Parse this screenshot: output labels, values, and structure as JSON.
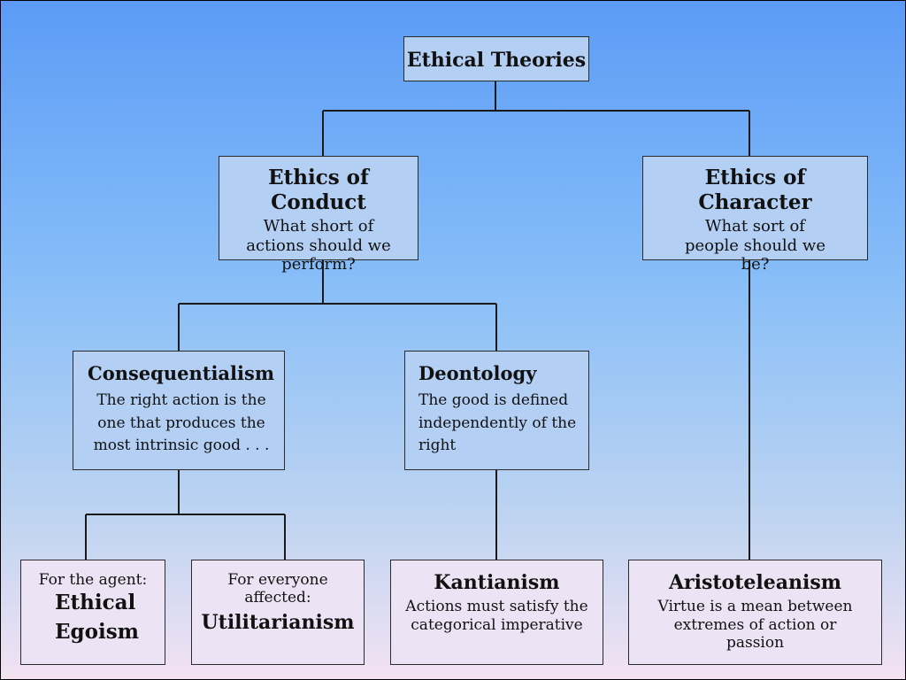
{
  "diagram": {
    "root": {
      "title": "Ethical Theories"
    },
    "conduct": {
      "title": "Ethics of Conduct",
      "desc": "What short of actions should we perform?"
    },
    "character": {
      "title": "Ethics of Character",
      "desc": "What sort of people should we be?"
    },
    "consequentialism": {
      "title": "Consequentialism",
      "desc": "The right action is the one that produces the most intrinsic good . . ."
    },
    "deontology": {
      "title": "Deontology",
      "desc": "The good is defined independently of the right"
    },
    "egoism": {
      "pre": "For the agent:",
      "title": "Ethical Egoism"
    },
    "utilitarianism": {
      "pre": "For everyone affected:",
      "title": "Utilitarianism"
    },
    "kantianism": {
      "title": "Kantianism",
      "desc": "Actions must satisfy the categorical imperative"
    },
    "aristoteleanism": {
      "title": "Aristoteleanism",
      "desc": "Virtue is a mean between extremes of action or passion"
    }
  },
  "colors": {
    "box_blue": "#b3cff4",
    "box_lavender": "#ece4f4",
    "line": "#1a1a1a"
  }
}
